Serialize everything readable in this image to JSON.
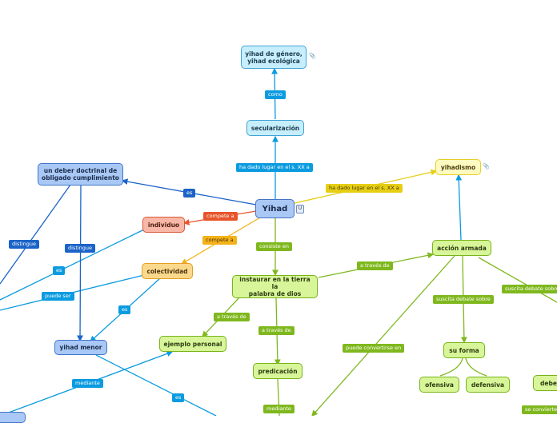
{
  "central": {
    "title": "Yihad",
    "badge": "U"
  },
  "nodes": {
    "yihad_genero": "yihad de género,\nyihad ecológica",
    "secularizacion": "secularización",
    "deber_doctrinal": "un deber doctrinal de\nobligado cumplimiento",
    "individuo": "individuo",
    "colectividad": "colectividad",
    "instaurar": "instaurar en la tierra la\npalabra de dios",
    "yihadismo": "yihadismo",
    "accion_armada": "acción armada",
    "ejemplo_personal": "ejemplo personal",
    "yihad_menor": "yihad menor",
    "predicacion": "predicación",
    "su_forma": "su forma",
    "ofensiva": "ofensiva",
    "defensiva": "defensiva",
    "deber_cut": "debe"
  },
  "labels": {
    "como": "como",
    "ha_dado_xx_left": "ha dado lugar en el s. XX a",
    "ha_dado_xx_right": "ha dado lugar en el s. XX a",
    "es_top": "es",
    "compete_a_red": "compete a",
    "compete_a_orange": "compete a",
    "consiste_en": "consiste en",
    "a_traves_de_right": "a través de",
    "a_traves_de_left": "a través de",
    "a_traves_de_mid": "a través de",
    "distingue_1": "distingue",
    "distingue_2": "distingue",
    "es_left": "es",
    "puede_ser": "puede ser",
    "es_mid": "es",
    "mediante_left": "mediante",
    "es_bottom": "es",
    "mediante_mid": "mediante",
    "puede_convertirse": "puede convertirse en",
    "suscita_debate": "suscita debate sobre",
    "suscita_debate_cut": "suscita debate sobre",
    "se_convierte_cut": "se convierte"
  },
  "icons": [
    "attachment-icon",
    "attachment-icon",
    "note-icon"
  ],
  "colors": {
    "blue": "#0b9be0",
    "navy": "#1b63c8",
    "green": "#7fb81e",
    "yellow": "#e6ce13",
    "orange": "#f4b21a",
    "red": "#e8552a"
  }
}
